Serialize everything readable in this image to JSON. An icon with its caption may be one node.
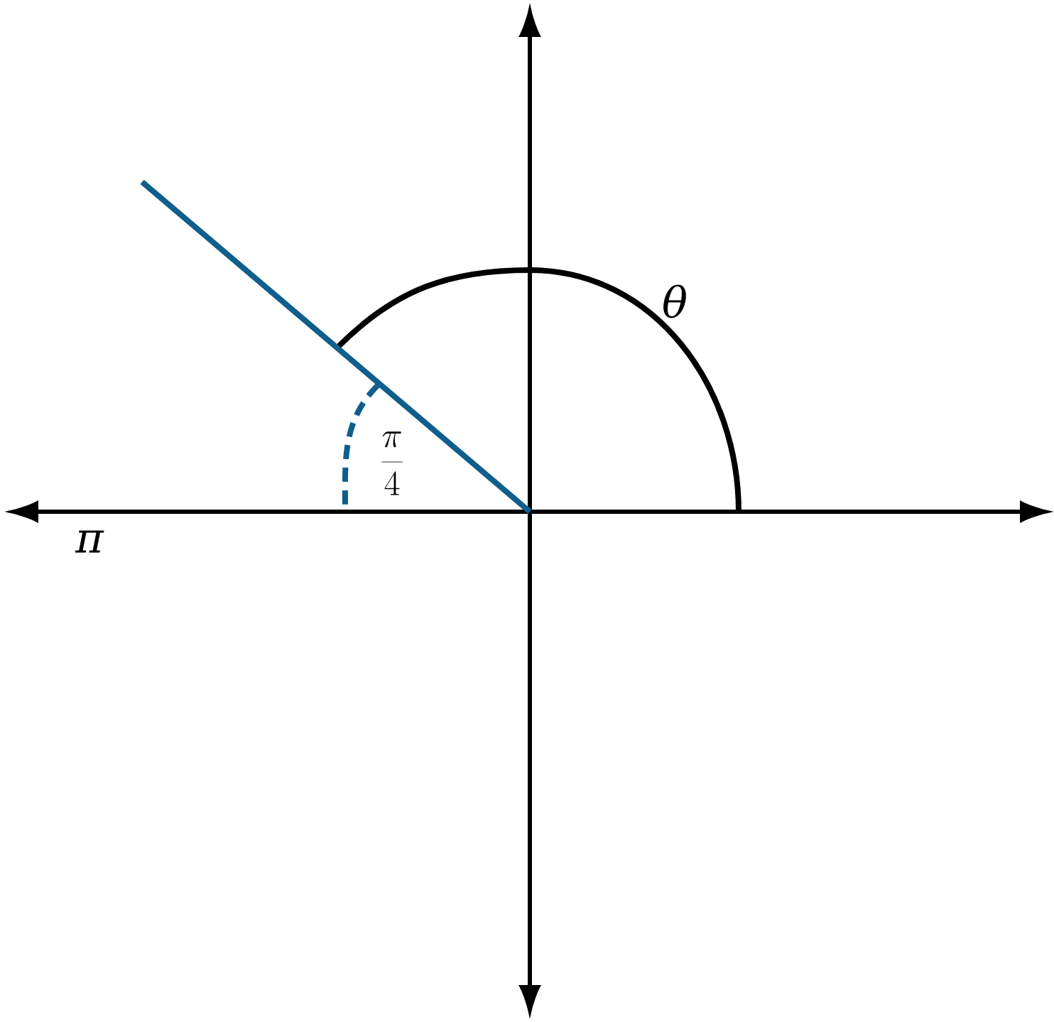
{
  "diagram": {
    "labels": [
      "θ",
      "\\frac{\\pi}{4}",
      "π"
    ]
  }
}
